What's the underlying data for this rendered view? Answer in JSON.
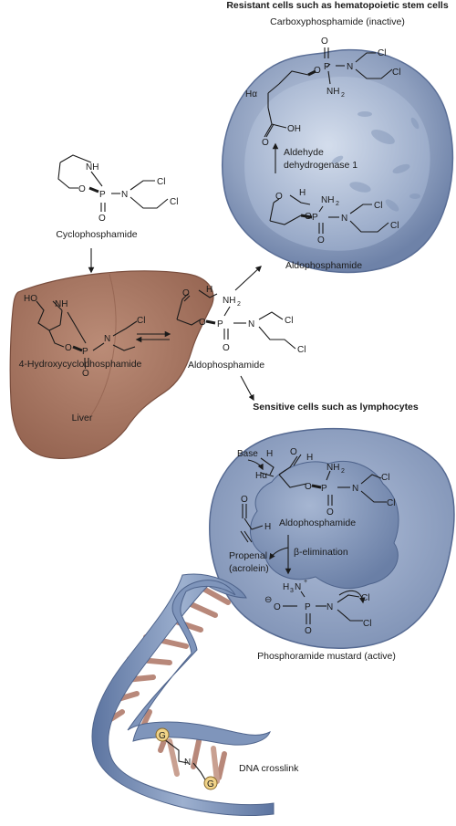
{
  "labels": {
    "resistant_title": "Resistant cells such as hematopoietic stem cells",
    "carboxy": "Carboxyphosphamide (inactive)",
    "aldehyde_enzyme_1": "Aldehyde",
    "aldehyde_enzyme_2": "dehydrogenase 1",
    "aldo_resistant": "Aldophosphamide",
    "cyclophosphamide": "Cyclophosphamide",
    "hydroxy": "4-Hydroxycyclophosphamide",
    "aldo_liver": "Aldophosphamide",
    "liver": "Liver",
    "sensitive_title": "Sensitive cells such as lymphocytes",
    "aldo_sensitive": "Aldophosphamide",
    "beta": "β-elimination",
    "propenal_1": "Propenal",
    "propenal_2": "(acrolein)",
    "mustard": "Phosphoramide mustard (active)",
    "dna": "DNA crosslink"
  },
  "chem": {
    "cl": "Cl",
    "p": "P",
    "n": "N",
    "o": "O",
    "nh": "NH",
    "nh2": "NH",
    "two": "2",
    "oh": "OH",
    "h": "H",
    "ho": "HO",
    "h_alpha": "Hα",
    "base": "Base",
    "h3n": "H",
    "three": "3",
    "plus": "+",
    "minus": "⊖",
    "g": "G"
  },
  "colors": {
    "liver": "#a87a66",
    "cell": "#8e9fbd",
    "nucleus": "#aebcd6",
    "dna_backbone": "#6f86ad",
    "dna_rung": "#c9a091",
    "guanine": "#f1d489"
  }
}
